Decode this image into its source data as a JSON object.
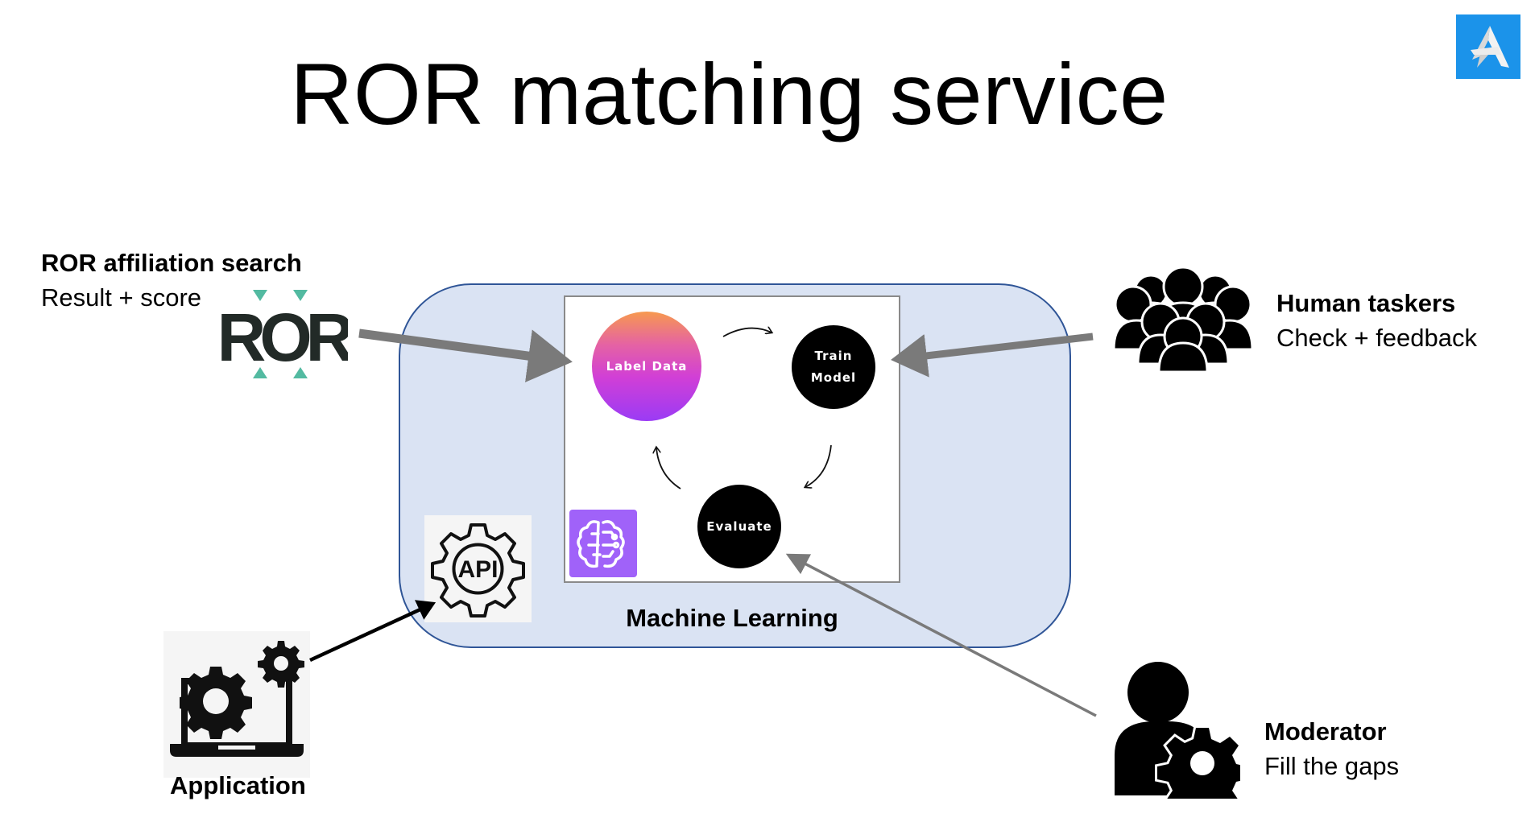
{
  "slide": {
    "title": "ROR matching service",
    "brand_logo": {
      "icon": "stylized-a-logo-icon",
      "color": "#1b93ea"
    }
  },
  "inputs": {
    "ror_search": {
      "heading": "ROR affiliation search",
      "subtext": "Result + score",
      "logo_text": "ROR",
      "logo_text_color": "#222a27",
      "logo_accent_color": "#53baa1"
    },
    "human_taskers": {
      "heading": "Human taskers",
      "subtext": "Check + feedback",
      "icon": "group-people-icon"
    },
    "moderator": {
      "heading": "Moderator",
      "subtext": "Fill the gaps",
      "icon": "user-gear-icon"
    },
    "application": {
      "label": "Application",
      "icon": "laptop-gears-icon"
    }
  },
  "ml_system": {
    "label": "Machine Learning",
    "container_fill": "#dae3f3",
    "container_border": "#2f5597",
    "api_icon_text": "API",
    "cycle": [
      {
        "id": "label-data",
        "label": "Label Data"
      },
      {
        "id": "train-model",
        "label_line1": "Train",
        "label_line2": "Model"
      },
      {
        "id": "evaluate",
        "label": "Evaluate"
      }
    ],
    "brain_icon_color": "#a062f9"
  },
  "connections": [
    {
      "from": "ROR affiliation search",
      "to": "Label Data",
      "color": "#7a7a7a"
    },
    {
      "from": "Human taskers",
      "to": "Train Model",
      "color": "#7a7a7a"
    },
    {
      "from": "Moderator",
      "to": "Evaluate",
      "color": "#7a7a7a"
    },
    {
      "from": "Application",
      "to": "API",
      "color": "#000000"
    }
  ]
}
